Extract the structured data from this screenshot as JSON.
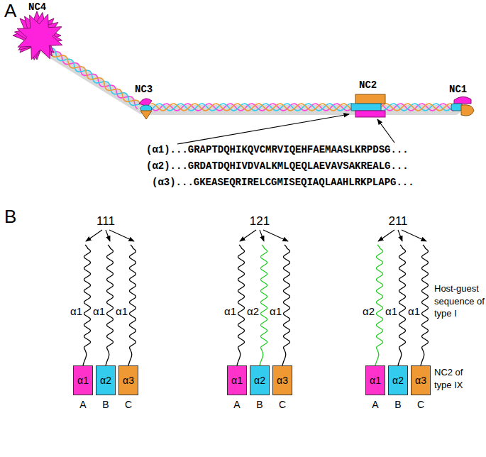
{
  "diagram": {
    "nodes": [
      {
        "text": [
          "α1",
          "A"
        ]
      },
      {
        "text": [
          "α2",
          "B"
        ]
      },
      {
        "text": [
          "α3",
          "C"
        ]
      },
      {
        "text": [
          "α1",
          "A"
        ]
      },
      {
        "text": [
          "α2",
          "B"
        ]
      },
      {
        "text": [
          "α3",
          "C"
        ]
      },
      {
        "text": [
          "α1",
          "A"
        ]
      },
      {
        "text": [
          "α2",
          "B"
        ]
      },
      {
        "text": [
          "α3",
          "C"
        ]
      }
    ],
    "labels": [
      "A",
      "NC4",
      "NC3",
      "NC2",
      "NC1",
      "(α1)...GRAPTDQHIKQVCMRVIQEHFAEMAASLKRPDSG...",
      "(α2)...GRDATDQHIVDVALKMLQEQLAEVAVSAKREALG...",
      "(α3)...GKEASEQRIRELCGMISEQIAQLAAHLRKPLAPG...",
      "B",
      "111",
      "121",
      "211",
      "α1",
      "α1",
      "α1",
      "α1",
      "α2",
      "α1",
      "α2",
      "α1",
      "α1",
      "Host-guest sequence of type I",
      "NC2 of type IX"
    ]
  }
}
